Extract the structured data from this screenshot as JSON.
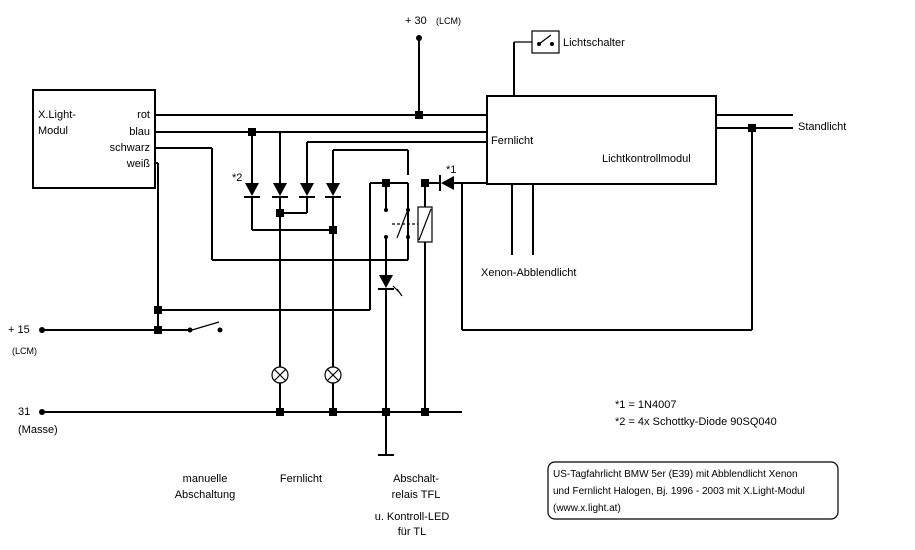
{
  "labels": {
    "plus30": "+ 30",
    "lcm_top": "(LCM)",
    "lichtschalter": "Lichtschalter",
    "xlight_line1": "X.Light-",
    "xlight_line2": "Modul",
    "pin_rot": "rot",
    "pin_blau": "blau",
    "pin_schwarz": "schwarz",
    "pin_weiss": "weiß",
    "fernlicht_in": "Fernlicht",
    "lichtkontrollmodul": "Lichtkontrollmodul",
    "standlicht": "Standlicht",
    "xenon": "Xenon-Abblendlicht",
    "star2": "*2",
    "star1": "*1",
    "plus15": "+ 15",
    "lcm_left": "(LCM)",
    "num31": "31",
    "masse": "(Masse)",
    "note1": "*1 = 1N4007",
    "note2": "*2 = 4x Schottky-Diode 90SQ040",
    "cap_manuell_1": "manuelle",
    "cap_manuell_2": "Abschaltung",
    "cap_fernlicht": "Fernlicht",
    "cap_abschalt_1": "Abschalt-",
    "cap_abschalt_2": "relais TFL",
    "cap_abschalt_3": "u. Kontroll-LED",
    "cap_abschalt_4": "für TL",
    "info_line1": "US-Tagfahrlicht BMW 5er (E39) mit Abblendlicht Xenon",
    "info_line2": "und Fernlicht Halogen, Bj. 1996 - 2003 mit X.Light-Modul",
    "info_line3": "(www.x.light.at)"
  }
}
